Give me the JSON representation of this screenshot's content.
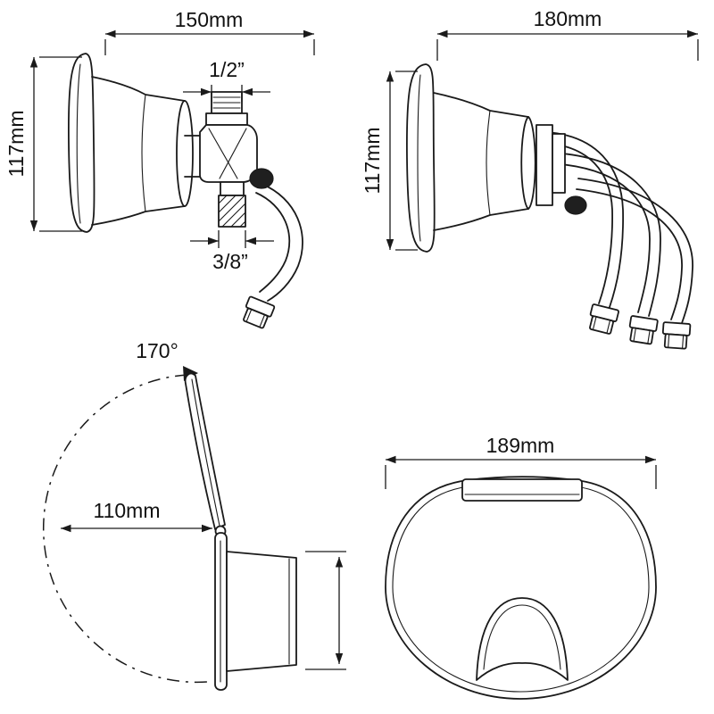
{
  "colors": {
    "line": "#1a1a1a",
    "background": "#ffffff",
    "knob_fill": "#1f1f1f"
  },
  "views": {
    "side_single_outlet": {
      "width": "150mm",
      "height": "117mm",
      "inlet_thread": "1/2”",
      "outlet_thread": "3/8”"
    },
    "side_triple_hose": {
      "width": "180mm",
      "height": "117mm"
    },
    "side_lid_open": {
      "opening_angle": "170°",
      "lid_reach": "110mm"
    },
    "front_cover": {
      "width": "189mm"
    }
  }
}
